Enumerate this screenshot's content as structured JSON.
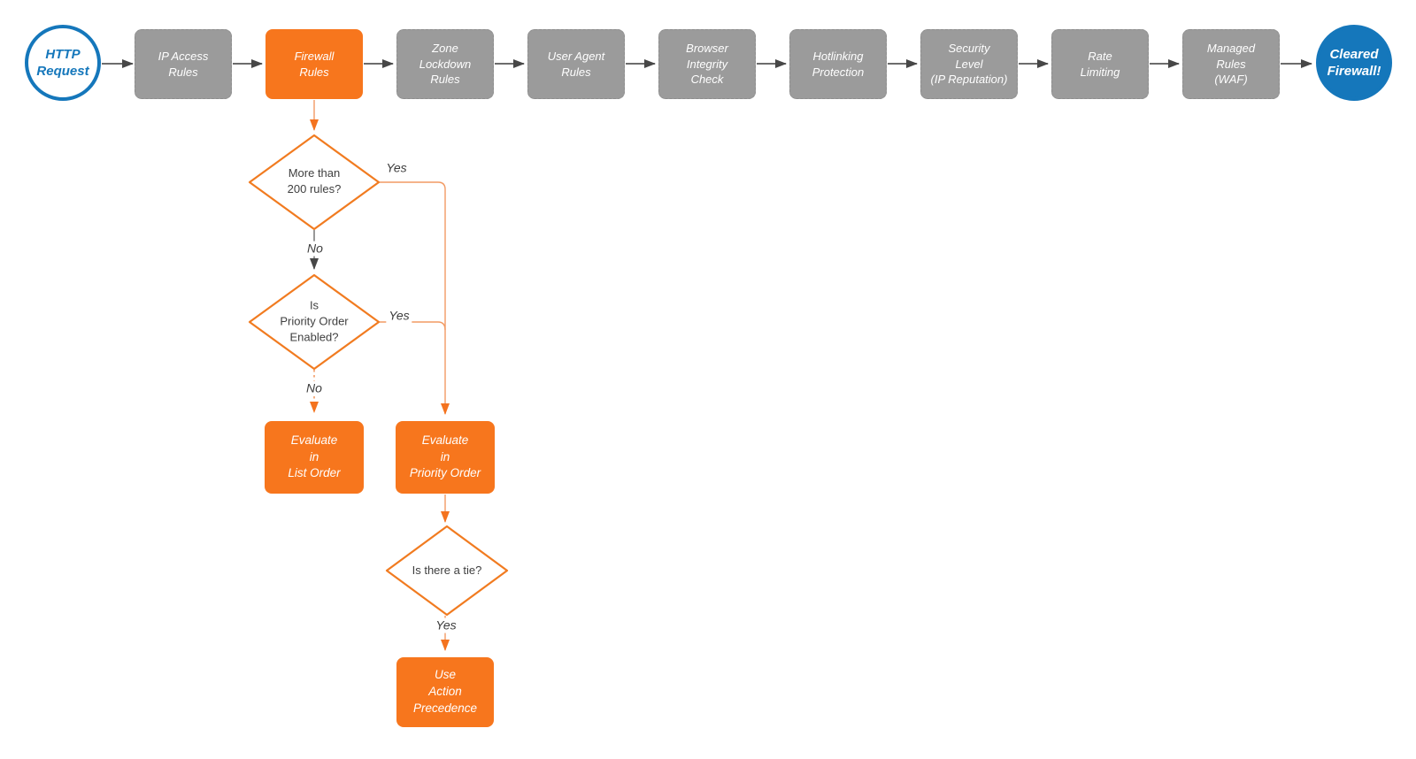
{
  "colors": {
    "accent_orange": "#f7761d",
    "connector_orange": "#f29a63",
    "arrowhead_orange": "#f4731f",
    "node_gray": "#9b9b9b",
    "connector_gray": "#575757",
    "accent_blue": "#1577bb",
    "decision_text": "#3f3f3f",
    "node_text": "#ffffff",
    "background": "#ffffff"
  },
  "nodes": {
    "start": {
      "label": "HTTP\nRequest"
    },
    "ip_access": {
      "label": "IP Access\nRules"
    },
    "firewall": {
      "label": "Firewall\nRules"
    },
    "zone_lockdown": {
      "label": "Zone\nLockdown\nRules"
    },
    "user_agent": {
      "label": "User Agent\nRules"
    },
    "browser_integrity": {
      "label": "Browser\nIntegrity\nCheck"
    },
    "hotlinking": {
      "label": "Hotlinking\nProtection"
    },
    "security_level": {
      "label": "Security\nLevel\n(IP Reputation)"
    },
    "rate_limiting": {
      "label": "Rate\nLimiting"
    },
    "managed_rules": {
      "label": "Managed\nRules\n(WAF)"
    },
    "end": {
      "label": "Cleared\nFirewall!"
    },
    "decision_rules_count": {
      "label": "More than\n200 rules?"
    },
    "decision_priority_enabled": {
      "label": "Is\nPriority Order\nEnabled?"
    },
    "decision_tie": {
      "label": "Is there a tie?"
    },
    "evaluate_list": {
      "label": "Evaluate\nin\nList Order"
    },
    "evaluate_priority": {
      "label": "Evaluate\nin\nPriority Order"
    },
    "action_precedence": {
      "label": "Use\nAction\nPrecedence"
    }
  },
  "edge_labels": {
    "d1_yes": "Yes",
    "d1_no": "No",
    "d2_yes": "Yes",
    "d2_no": "No",
    "d3_yes": "Yes"
  }
}
